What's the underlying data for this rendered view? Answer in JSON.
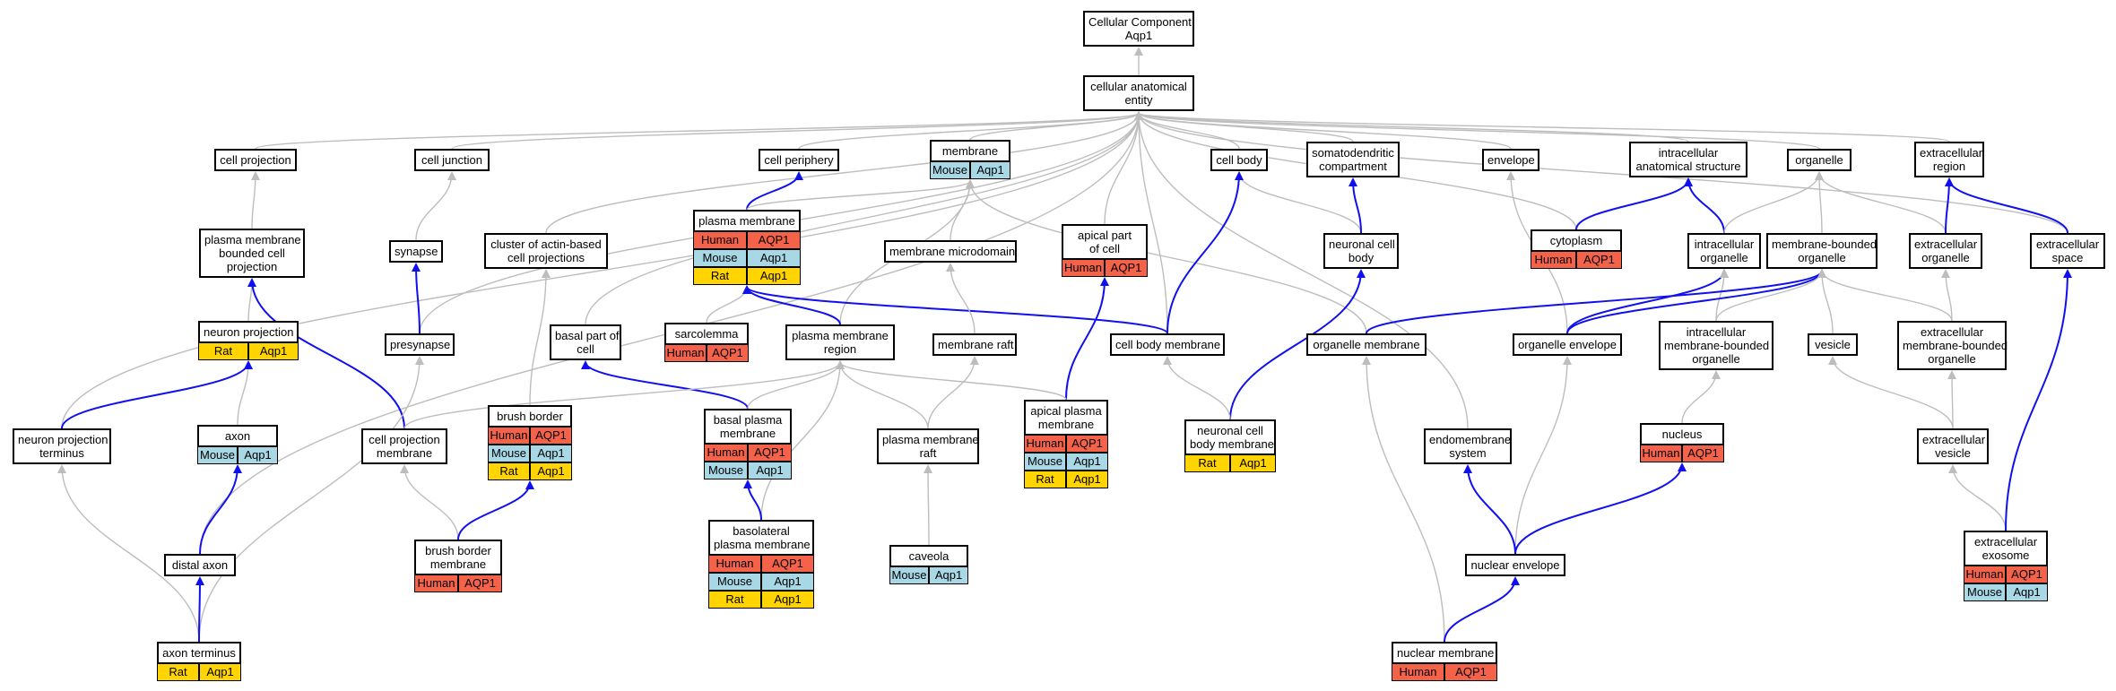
{
  "colors": {
    "edge_regulated": "#1010ee",
    "edge_default": "#bdbdbd",
    "human": "#f36249",
    "mouse": "#a8d8e6",
    "rat": "#ffd400"
  },
  "nodes": [
    {
      "id": "root",
      "lines": [
        "Cellular Component",
        "Aqp1"
      ],
      "rows": []
    },
    {
      "id": "cae",
      "lines": [
        "cellular anatomical",
        "entity"
      ],
      "rows": []
    },
    {
      "id": "cell_projection",
      "lines": [
        "cell projection"
      ],
      "rows": []
    },
    {
      "id": "cell_junction",
      "lines": [
        "cell junction"
      ],
      "rows": []
    },
    {
      "id": "cell_periphery",
      "lines": [
        "cell periphery"
      ],
      "rows": []
    },
    {
      "id": "membrane",
      "lines": [
        "membrane"
      ],
      "rows": [
        {
          "species": "Mouse",
          "gene": "Aqp1"
        }
      ]
    },
    {
      "id": "cell_body",
      "lines": [
        "cell body"
      ],
      "rows": []
    },
    {
      "id": "somatodendritic",
      "lines": [
        "somatodendritic",
        "compartment"
      ],
      "rows": []
    },
    {
      "id": "envelope",
      "lines": [
        "envelope"
      ],
      "rows": []
    },
    {
      "id": "ias",
      "lines": [
        "intracellular",
        "anatomical structure"
      ],
      "rows": []
    },
    {
      "id": "organelle",
      "lines": [
        "organelle"
      ],
      "rows": []
    },
    {
      "id": "ext_region",
      "lines": [
        "extracellular",
        "region"
      ],
      "rows": []
    },
    {
      "id": "pmbcp",
      "lines": [
        "plasma membrane",
        "bounded cell",
        "projection"
      ],
      "rows": []
    },
    {
      "id": "synapse",
      "lines": [
        "synapse"
      ],
      "rows": []
    },
    {
      "id": "cluster_actin",
      "lines": [
        "cluster of actin-based",
        "cell projections"
      ],
      "rows": []
    },
    {
      "id": "plasma_membrane",
      "lines": [
        "plasma membrane"
      ],
      "rows": [
        {
          "species": "Human",
          "gene": "AQP1"
        },
        {
          "species": "Mouse",
          "gene": "Aqp1"
        },
        {
          "species": "Rat",
          "gene": "Aqp1"
        }
      ]
    },
    {
      "id": "membrane_microdomain",
      "lines": [
        "membrane microdomain"
      ],
      "rows": []
    },
    {
      "id": "apical_part",
      "lines": [
        "apical part",
        "of cell"
      ],
      "rows": [
        {
          "species": "Human",
          "gene": "AQP1"
        }
      ]
    },
    {
      "id": "neuronal_cell_body",
      "lines": [
        "neuronal cell",
        "body"
      ],
      "rows": []
    },
    {
      "id": "cytoplasm",
      "lines": [
        "cytoplasm"
      ],
      "rows": [
        {
          "species": "Human",
          "gene": "AQP1"
        }
      ]
    },
    {
      "id": "intracellular_organelle",
      "lines": [
        "intracellular",
        "organelle"
      ],
      "rows": []
    },
    {
      "id": "membrane_bounded_organelle",
      "lines": [
        "membrane-bounded",
        "organelle"
      ],
      "rows": []
    },
    {
      "id": "ext_organelle",
      "lines": [
        "extracellular",
        "organelle"
      ],
      "rows": []
    },
    {
      "id": "ext_space",
      "lines": [
        "extracellular",
        "space"
      ],
      "rows": []
    },
    {
      "id": "neuron_projection",
      "lines": [
        "neuron projection"
      ],
      "rows": [
        {
          "species": "Rat",
          "gene": "Aqp1"
        }
      ]
    },
    {
      "id": "presynapse",
      "lines": [
        "presynapse"
      ],
      "rows": []
    },
    {
      "id": "basal_part",
      "lines": [
        "basal part of",
        "cell"
      ],
      "rows": []
    },
    {
      "id": "sarcolemma",
      "lines": [
        "sarcolemma"
      ],
      "rows": [
        {
          "species": "Human",
          "gene": "AQP1"
        }
      ]
    },
    {
      "id": "pm_region",
      "lines": [
        "plasma membrane",
        "region"
      ],
      "rows": []
    },
    {
      "id": "membrane_raft",
      "lines": [
        "membrane raft"
      ],
      "rows": []
    },
    {
      "id": "cell_body_membrane",
      "lines": [
        "cell body membrane"
      ],
      "rows": []
    },
    {
      "id": "organelle_membrane",
      "lines": [
        "organelle membrane"
      ],
      "rows": []
    },
    {
      "id": "organelle_envelope",
      "lines": [
        "organelle envelope"
      ],
      "rows": []
    },
    {
      "id": "imbo",
      "lines": [
        "intracellular",
        "membrane-bounded",
        "organelle"
      ],
      "rows": []
    },
    {
      "id": "vesicle",
      "lines": [
        "vesicle"
      ],
      "rows": []
    },
    {
      "id": "embo",
      "lines": [
        "extracellular",
        "membrane-bounded",
        "organelle"
      ],
      "rows": []
    },
    {
      "id": "axon",
      "lines": [
        "axon"
      ],
      "rows": [
        {
          "species": "Mouse",
          "gene": "Aqp1"
        }
      ]
    },
    {
      "id": "npt",
      "lines": [
        "neuron projection",
        "terminus"
      ],
      "rows": []
    },
    {
      "id": "cpm",
      "lines": [
        "cell projection",
        "membrane"
      ],
      "rows": []
    },
    {
      "id": "brush_border",
      "lines": [
        "brush border"
      ],
      "rows": [
        {
          "species": "Human",
          "gene": "AQP1"
        },
        {
          "species": "Mouse",
          "gene": "Aqp1"
        },
        {
          "species": "Rat",
          "gene": "Aqp1"
        }
      ]
    },
    {
      "id": "basal_pm",
      "lines": [
        "basal plasma",
        "membrane"
      ],
      "rows": [
        {
          "species": "Human",
          "gene": "AQP1"
        },
        {
          "species": "Mouse",
          "gene": "Aqp1"
        }
      ]
    },
    {
      "id": "pm_raft",
      "lines": [
        "plasma membrane",
        "raft"
      ],
      "rows": []
    },
    {
      "id": "apical_pm",
      "lines": [
        "apical plasma",
        "membrane"
      ],
      "rows": [
        {
          "species": "Human",
          "gene": "AQP1"
        },
        {
          "species": "Mouse",
          "gene": "Aqp1"
        },
        {
          "species": "Rat",
          "gene": "Aqp1"
        }
      ]
    },
    {
      "id": "ncbm",
      "lines": [
        "neuronal cell",
        "body membrane"
      ],
      "rows": [
        {
          "species": "Rat",
          "gene": "Aqp1"
        }
      ]
    },
    {
      "id": "endomembrane",
      "lines": [
        "endomembrane",
        "system"
      ],
      "rows": []
    },
    {
      "id": "nucleus",
      "lines": [
        "nucleus"
      ],
      "rows": [
        {
          "species": "Human",
          "gene": "AQP1"
        }
      ]
    },
    {
      "id": "ext_vesicle",
      "lines": [
        "extracellular",
        "vesicle"
      ],
      "rows": []
    },
    {
      "id": "distal_axon",
      "lines": [
        "distal axon"
      ],
      "rows": []
    },
    {
      "id": "bbm",
      "lines": [
        "brush border",
        "membrane"
      ],
      "rows": [
        {
          "species": "Human",
          "gene": "AQP1"
        }
      ]
    },
    {
      "id": "basolateral_pm",
      "lines": [
        "basolateral",
        "plasma membrane"
      ],
      "rows": [
        {
          "species": "Human",
          "gene": "AQP1"
        },
        {
          "species": "Mouse",
          "gene": "Aqp1"
        },
        {
          "species": "Rat",
          "gene": "Aqp1"
        }
      ]
    },
    {
      "id": "caveola",
      "lines": [
        "caveola"
      ],
      "rows": [
        {
          "species": "Mouse",
          "gene": "Aqp1"
        }
      ]
    },
    {
      "id": "nuclear_envelope",
      "lines": [
        "nuclear envelope"
      ],
      "rows": []
    },
    {
      "id": "ext_exosome",
      "lines": [
        "extracellular",
        "exosome"
      ],
      "rows": [
        {
          "species": "Human",
          "gene": "AQP1"
        },
        {
          "species": "Mouse",
          "gene": "Aqp1"
        }
      ]
    },
    {
      "id": "axon_terminus",
      "lines": [
        "axon terminus"
      ],
      "rows": [
        {
          "species": "Rat",
          "gene": "Aqp1"
        }
      ]
    },
    {
      "id": "nuclear_membrane",
      "lines": [
        "nuclear membrane"
      ],
      "rows": [
        {
          "species": "Human",
          "gene": "AQP1"
        }
      ]
    }
  ],
  "edges": [
    {
      "from": "cae",
      "to": "root",
      "kind": "default"
    },
    {
      "from": "cell_projection",
      "to": "cae",
      "kind": "default"
    },
    {
      "from": "cell_junction",
      "to": "cae",
      "kind": "default"
    },
    {
      "from": "cell_periphery",
      "to": "cae",
      "kind": "default"
    },
    {
      "from": "membrane",
      "to": "cae",
      "kind": "default"
    },
    {
      "from": "cell_body",
      "to": "cae",
      "kind": "default"
    },
    {
      "from": "somatodendritic",
      "to": "cae",
      "kind": "default"
    },
    {
      "from": "envelope",
      "to": "cae",
      "kind": "default"
    },
    {
      "from": "ias",
      "to": "cae",
      "kind": "default"
    },
    {
      "from": "organelle",
      "to": "cae",
      "kind": "default"
    },
    {
      "from": "ext_region",
      "to": "cae",
      "kind": "default"
    },
    {
      "from": "npt",
      "to": "cae",
      "kind": "default"
    },
    {
      "from": "distal_axon",
      "to": "cae",
      "kind": "default"
    },
    {
      "from": "presynapse",
      "to": "cae",
      "kind": "default"
    },
    {
      "from": "cluster_actin",
      "to": "cae",
      "kind": "default"
    },
    {
      "from": "basal_part",
      "to": "cae",
      "kind": "default"
    },
    {
      "from": "apical_part",
      "to": "cae",
      "kind": "default"
    },
    {
      "from": "cell_body_membrane",
      "to": "cae",
      "kind": "default"
    },
    {
      "from": "endomembrane",
      "to": "cae",
      "kind": "default"
    },
    {
      "from": "cytoplasm",
      "to": "cae",
      "kind": "default"
    },
    {
      "from": "ext_space",
      "to": "cae",
      "kind": "default"
    },
    {
      "from": "pmbcp",
      "to": "cell_projection",
      "kind": "default"
    },
    {
      "from": "synapse",
      "to": "cell_junction",
      "kind": "default"
    },
    {
      "from": "plasma_membrane",
      "to": "cell_periphery",
      "kind": "regulated"
    },
    {
      "from": "plasma_membrane",
      "to": "membrane",
      "kind": "default"
    },
    {
      "from": "membrane_microdomain",
      "to": "membrane",
      "kind": "default"
    },
    {
      "from": "pm_region",
      "to": "membrane",
      "kind": "default"
    },
    {
      "from": "organelle_membrane",
      "to": "membrane",
      "kind": "default"
    },
    {
      "from": "apical_part",
      "to": "cae",
      "kind": "default"
    },
    {
      "from": "neuronal_cell_body",
      "to": "cell_body",
      "kind": "default"
    },
    {
      "from": "neuronal_cell_body",
      "to": "somatodendritic",
      "kind": "regulated"
    },
    {
      "from": "cell_body_membrane",
      "to": "cell_body",
      "kind": "regulated"
    },
    {
      "from": "organelle_envelope",
      "to": "envelope",
      "kind": "default"
    },
    {
      "from": "cytoplasm",
      "to": "ias",
      "kind": "regulated"
    },
    {
      "from": "intracellular_organelle",
      "to": "ias",
      "kind": "regulated"
    },
    {
      "from": "intracellular_organelle",
      "to": "organelle",
      "kind": "default"
    },
    {
      "from": "membrane_bounded_organelle",
      "to": "organelle",
      "kind": "default"
    },
    {
      "from": "ext_organelle",
      "to": "organelle",
      "kind": "default"
    },
    {
      "from": "ext_organelle",
      "to": "ext_region",
      "kind": "regulated"
    },
    {
      "from": "ext_space",
      "to": "ext_region",
      "kind": "regulated"
    },
    {
      "from": "neuron_projection",
      "to": "pmbcp",
      "kind": "default"
    },
    {
      "from": "cpm",
      "to": "pmbcp",
      "kind": "regulated"
    },
    {
      "from": "presynapse",
      "to": "synapse",
      "kind": "regulated"
    },
    {
      "from": "brush_border",
      "to": "cluster_actin",
      "kind": "default"
    },
    {
      "from": "sarcolemma",
      "to": "plasma_membrane",
      "kind": "default"
    },
    {
      "from": "pm_region",
      "to": "plasma_membrane",
      "kind": "regulated"
    },
    {
      "from": "cell_body_membrane",
      "to": "plasma_membrane",
      "kind": "regulated"
    },
    {
      "from": "membrane_raft",
      "to": "membrane_microdomain",
      "kind": "default"
    },
    {
      "from": "apical_pm",
      "to": "apical_part",
      "kind": "regulated"
    },
    {
      "from": "ncbm",
      "to": "neuronal_cell_body",
      "kind": "regulated"
    },
    {
      "from": "organelle_envelope",
      "to": "intracellular_organelle",
      "kind": "regulated"
    },
    {
      "from": "imbo",
      "to": "intracellular_organelle",
      "kind": "default"
    },
    {
      "from": "organelle_membrane",
      "to": "membrane_bounded_organelle",
      "kind": "regulated"
    },
    {
      "from": "organelle_envelope",
      "to": "membrane_bounded_organelle",
      "kind": "regulated"
    },
    {
      "from": "imbo",
      "to": "membrane_bounded_organelle",
      "kind": "default"
    },
    {
      "from": "vesicle",
      "to": "membrane_bounded_organelle",
      "kind": "default"
    },
    {
      "from": "embo",
      "to": "membrane_bounded_organelle",
      "kind": "default"
    },
    {
      "from": "embo",
      "to": "ext_organelle",
      "kind": "default"
    },
    {
      "from": "axon",
      "to": "neuron_projection",
      "kind": "default"
    },
    {
      "from": "npt",
      "to": "neuron_projection",
      "kind": "regulated"
    },
    {
      "from": "axon_terminus",
      "to": "presynapse",
      "kind": "default"
    },
    {
      "from": "basal_pm",
      "to": "basal_part",
      "kind": "regulated"
    },
    {
      "from": "cpm",
      "to": "pm_region",
      "kind": "default"
    },
    {
      "from": "basal_pm",
      "to": "pm_region",
      "kind": "default"
    },
    {
      "from": "pm_raft",
      "to": "pm_region",
      "kind": "default"
    },
    {
      "from": "apical_pm",
      "to": "pm_region",
      "kind": "default"
    },
    {
      "from": "basolateral_pm",
      "to": "pm_region",
      "kind": "default"
    },
    {
      "from": "pm_raft",
      "to": "membrane_raft",
      "kind": "default"
    },
    {
      "from": "ncbm",
      "to": "cell_body_membrane",
      "kind": "default"
    },
    {
      "from": "nuclear_membrane",
      "to": "organelle_membrane",
      "kind": "default"
    },
    {
      "from": "nuclear_envelope",
      "to": "organelle_envelope",
      "kind": "default"
    },
    {
      "from": "nucleus",
      "to": "imbo",
      "kind": "default"
    },
    {
      "from": "ext_vesicle",
      "to": "vesicle",
      "kind": "default"
    },
    {
      "from": "ext_vesicle",
      "to": "embo",
      "kind": "default"
    },
    {
      "from": "distal_axon",
      "to": "axon",
      "kind": "regulated"
    },
    {
      "from": "axon_terminus",
      "to": "npt",
      "kind": "default"
    },
    {
      "from": "bbm",
      "to": "cpm",
      "kind": "default"
    },
    {
      "from": "bbm",
      "to": "brush_border",
      "kind": "regulated"
    },
    {
      "from": "basolateral_pm",
      "to": "basal_pm",
      "kind": "regulated"
    },
    {
      "from": "caveola",
      "to": "pm_raft",
      "kind": "default"
    },
    {
      "from": "nuclear_envelope",
      "to": "endomembrane",
      "kind": "regulated"
    },
    {
      "from": "nuclear_envelope",
      "to": "nucleus",
      "kind": "regulated"
    },
    {
      "from": "ext_exosome",
      "to": "ext_vesicle",
      "kind": "default"
    },
    {
      "from": "ext_exosome",
      "to": "ext_space",
      "kind": "regulated"
    },
    {
      "from": "axon_terminus",
      "to": "distal_axon",
      "kind": "regulated"
    },
    {
      "from": "nuclear_membrane",
      "to": "nuclear_envelope",
      "kind": "regulated"
    }
  ]
}
